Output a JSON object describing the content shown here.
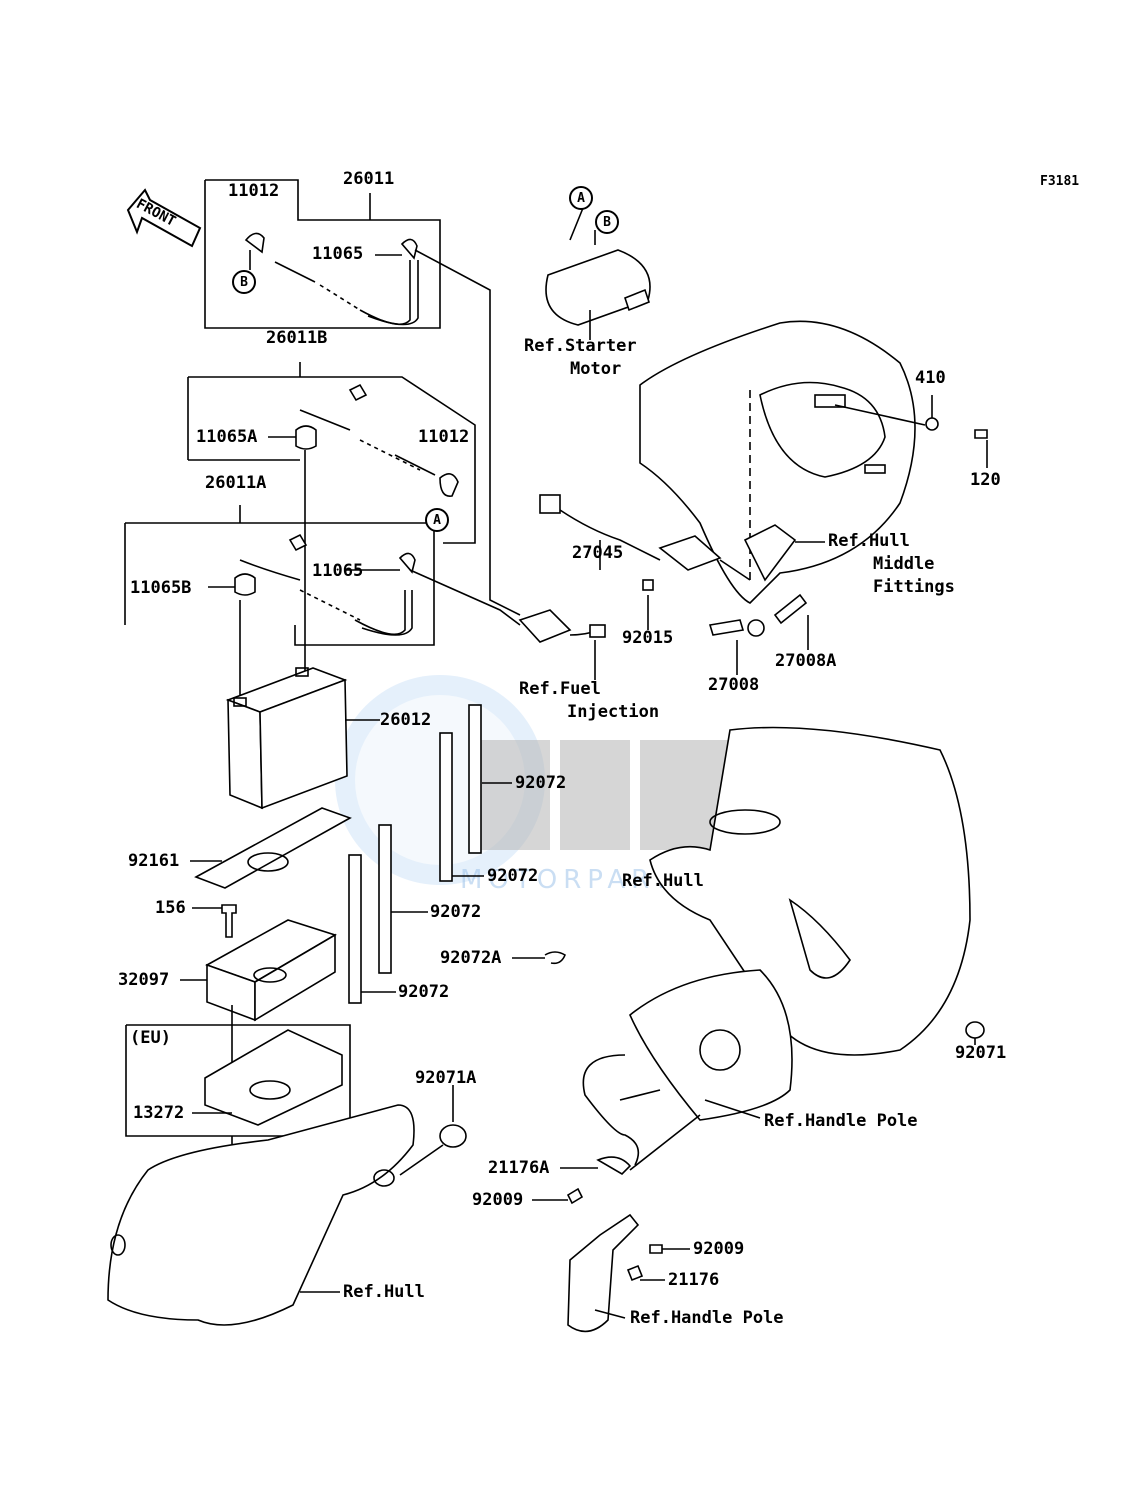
{
  "figure_code": "F3181",
  "watermark": {
    "brand": "OEM",
    "sub": "MOTORPARTS"
  },
  "front_label": "FRONT",
  "circle_markers": {
    "A": "A",
    "B": "B"
  },
  "groups": {
    "eu": "(EU)"
  },
  "parts": {
    "p26011": "26011",
    "p11012_top": "11012",
    "p11065_top": "11065",
    "p26011B": "26011B",
    "p11065A": "11065A",
    "p11012_mid": "11012",
    "p26011A": "26011A",
    "p11065_mid": "11065",
    "p11065B": "11065B",
    "p26012": "26012",
    "p92072_a": "92072",
    "p92072_b": "92072",
    "p92072_c": "92072",
    "p92072_d": "92072",
    "p92161": "92161",
    "p156": "156",
    "p32097": "32097",
    "p92072A": "92072A",
    "p13272": "13272",
    "p92071A": "92071A",
    "p27045": "27045",
    "p92015": "92015",
    "p27008": "27008",
    "p27008A": "27008A",
    "p410": "410",
    "p120": "120",
    "p92071": "92071",
    "p21176A": "21176A",
    "p92009_a": "92009",
    "p92009_b": "92009",
    "p21176": "21176"
  },
  "refs": {
    "starter_motor_1": "Ref.Starter",
    "starter_motor_2": "Motor",
    "hull_middle_1": "Ref.Hull",
    "hull_middle_2": "Middle",
    "hull_middle_3": "Fittings",
    "fuel_injection_1": "Ref.Fuel",
    "fuel_injection_2": "Injection",
    "hull_right": "Ref.Hull",
    "handle_pole_1": "Ref.Handle Pole",
    "handle_pole_2": "Ref.Handle Pole",
    "hull_bottom": "Ref.Hull"
  }
}
